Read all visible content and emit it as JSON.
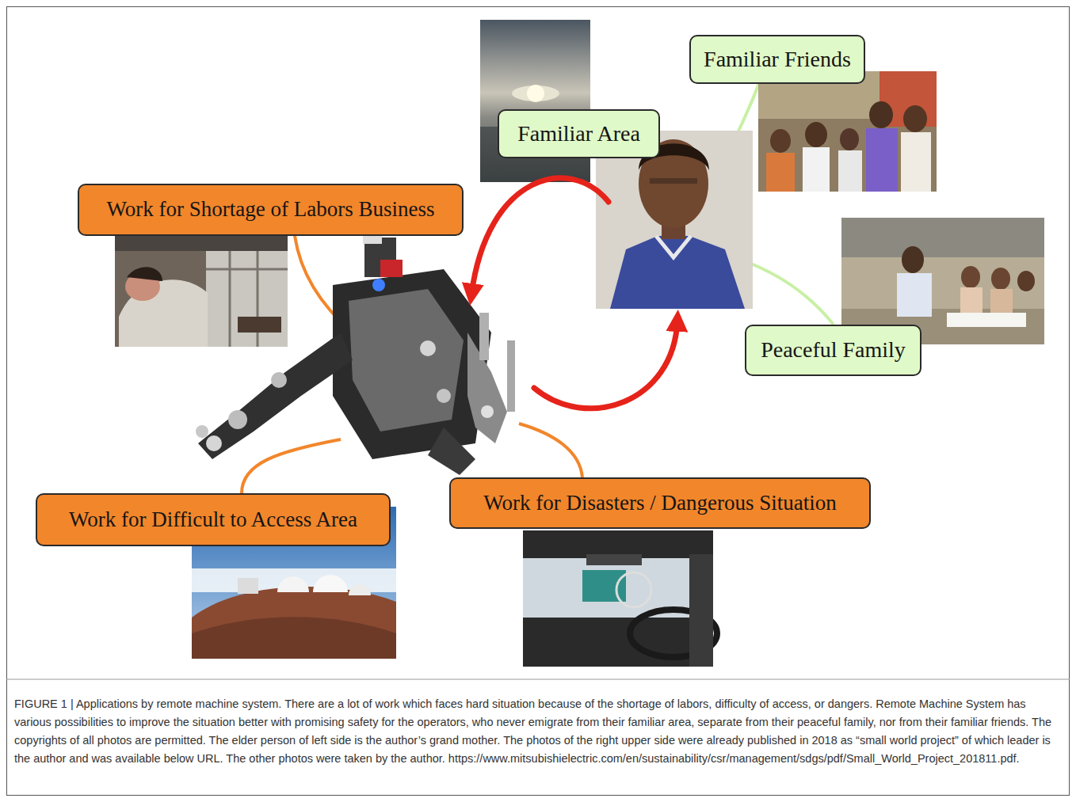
{
  "diagram": {
    "caption": "FIGURE 1 | Applications by remote machine system. There are a lot of work which faces hard situation because of the shortage of labors, difficulty of access, or dangers. Remote Machine System has various possibilities to improve the situation better with promising safety for the operators, who never emigrate from their familiar area, separate from their peaceful family, nor from their familiar friends. The copyrights of all photos are permitted. The elder person of left side is the author’s grand mother. The photos of the right upper side were already published in 2018 as “small world project” of which leader is the author and was available below URL. The other photos were taken by the author. https://www.mitsubishielectric.com/en/sustainability/csr/management/sdgs/pdf/Small_World_Project_201811.pdf.",
    "nodes": [
      {
        "text": [
          "Familiar Friends"
        ]
      },
      {
        "text": [
          "Familiar Area"
        ]
      },
      {
        "text": [
          "Work for Shortage of Labors Business"
        ]
      },
      {
        "text": [
          "Peaceful Family"
        ]
      },
      {
        "text": [
          "Work for Disasters / Dangerous Situation"
        ]
      },
      {
        "text": [
          "Work for Difficult to Access Area"
        ]
      }
    ]
  }
}
